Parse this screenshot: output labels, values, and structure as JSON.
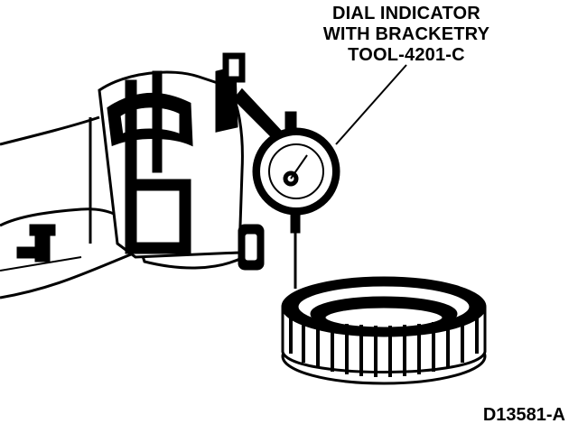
{
  "callout": {
    "lines": [
      "DIAL INDICATOR",
      "WITH BRACKETRY",
      "TOOL-4201-C"
    ]
  },
  "figure_id": "D13581-A",
  "colors": {
    "ink": "#000000",
    "paper": "#ffffff"
  }
}
